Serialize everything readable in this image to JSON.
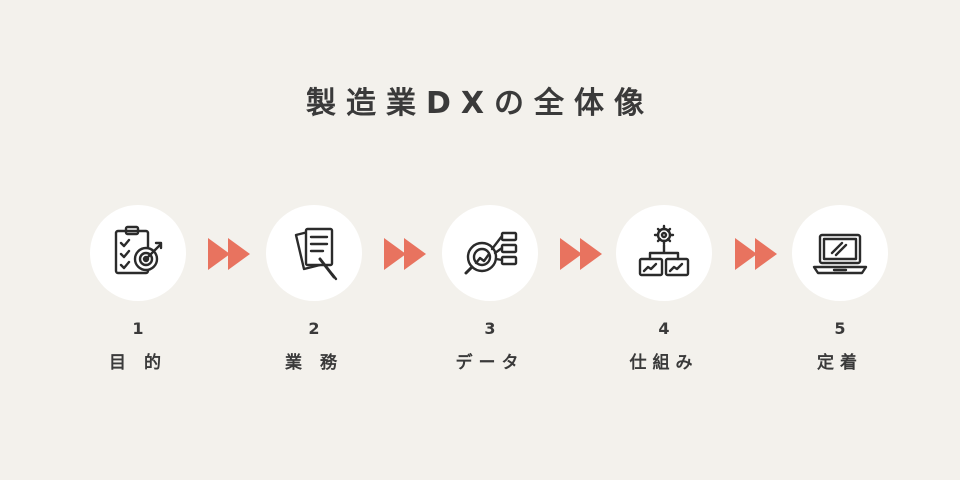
{
  "title": "製造業DXの全体像",
  "colors": {
    "background": "#f3f1ec",
    "circle": "#ffffff",
    "arrow": "#e8735f",
    "text": "#3a3a3a"
  },
  "steps": [
    {
      "number": "1",
      "label": "目 的",
      "icon": "target-clipboard-icon"
    },
    {
      "number": "2",
      "label": "業 務",
      "icon": "documents-pen-icon"
    },
    {
      "number": "3",
      "label": "データ",
      "icon": "data-analysis-icon"
    },
    {
      "number": "4",
      "label": "仕組み",
      "icon": "system-structure-icon"
    },
    {
      "number": "5",
      "label": "定着",
      "icon": "laptop-icon"
    }
  ]
}
